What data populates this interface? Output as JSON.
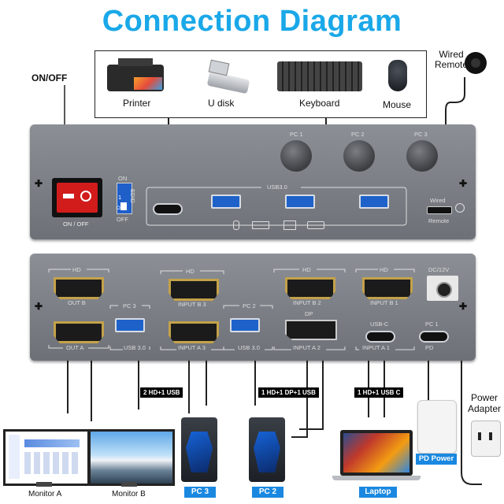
{
  "title": "Connection Diagram",
  "top_devices": {
    "printer": "Printer",
    "udisk": "U disk",
    "keyboard": "Keyboard",
    "mouse": "Mouse",
    "wired_remote": "Wired\nRemote"
  },
  "onoff_label": "ON/OFF",
  "front_panel": {
    "switch_label": "ON / OFF",
    "edid_on": "ON",
    "edid_off": "OFF",
    "edid_text": "EDID",
    "edid_1": "1",
    "edid_on2": "ON",
    "usb30": "USB3.0",
    "pc1": "PC 1",
    "pc2": "PC 2",
    "pc3": "PC 3",
    "wired": "Wired",
    "remote": "Remote"
  },
  "back_panel": {
    "hd": "HD",
    "out_b": "OUT B",
    "out_a": "OUT A",
    "pc3": "PC 3",
    "usb30_a": "USB 3.0",
    "input_b3": "INPUT B 3",
    "input_a3": "INPUT A 3",
    "pc2": "PC 2",
    "usb30_b": "USB 3.0",
    "input_b2": "INPUT B 2",
    "dp": "DP",
    "input_a2": "INPUT A 2",
    "input_b1": "INPUT B 1",
    "usbc": "USB-C",
    "input_a1": "INPUT A 1",
    "dc12v": "DC/12V",
    "pc1": "PC 1",
    "pd": "PD"
  },
  "tags": {
    "t1": "2 HD+1 USB",
    "t2": "1 HD+1 DP+1 USB",
    "t3": "1 HD+1 USB C"
  },
  "bottom_labels": {
    "monitor_a": "Monitor A",
    "monitor_b": "Monitor B",
    "pc3": "PC 3",
    "pc2": "PC 2",
    "laptop": "Laptop",
    "pd_power": "PD Power",
    "power_adapter": "Power\nAdapter"
  },
  "colors": {
    "title": "#1aa8e8",
    "accent_blue": "#1a88e0",
    "panel": "#7b7f85"
  }
}
